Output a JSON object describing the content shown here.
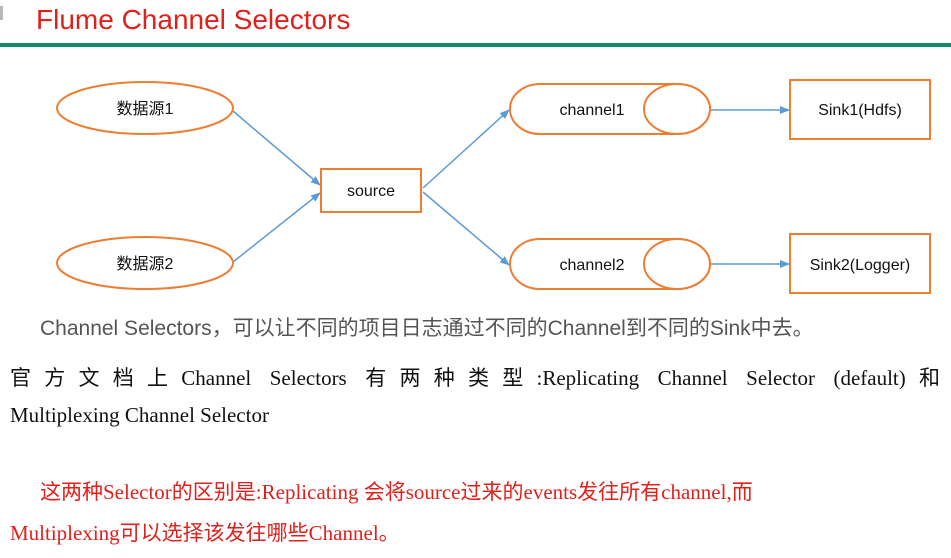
{
  "title": "Flume Channel Selectors",
  "colors": {
    "title": "#e0201b",
    "rule": "#0f8a6a",
    "node_stroke": "#ed7d31",
    "arrow": "#5b9bd5",
    "body_gray": "#555555",
    "body_red": "#e0201b"
  },
  "diagram": {
    "datasource1": "数据源1",
    "datasource2": "数据源2",
    "source": "source",
    "channel1": "channel1",
    "channel2": "channel2",
    "sink1": "Sink1(Hdfs)",
    "sink2": "Sink2(Logger)"
  },
  "paragraphs": {
    "p1": "Channel Selectors，可以让不同的项目日志通过不同的Channel到不同的Sink中去。",
    "p2_line1": "官方文档上Channel Selectors 有两种类型:Replicating Channel Selector (default)和",
    "p2_line2": "Multiplexing Channel Selector",
    "p3_line1": "这两种Selector的区别是:Replicating  会将source过来的events发往所有channel,而",
    "p3_line2": "Multiplexing可以选择该发往哪些Channel。"
  }
}
